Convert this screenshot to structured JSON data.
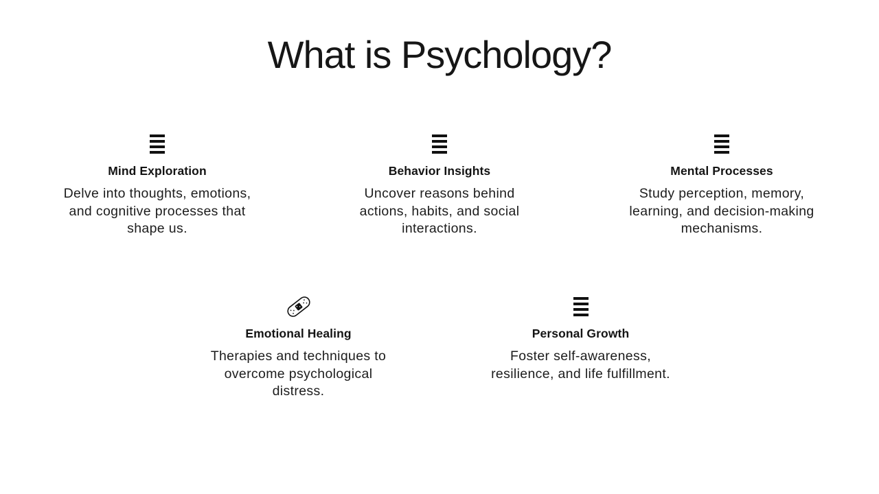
{
  "slide": {
    "title": "What is Psychology?",
    "background_color": "#ffffff",
    "text_color": "#161616",
    "icon_color": "#111111"
  },
  "cards": [
    {
      "icon": "list-menu-icon",
      "title": "Mind Exploration",
      "description": "Delve into thoughts, emotions,\nand cognitive processes that\nshape us."
    },
    {
      "icon": "list-menu-icon",
      "title": "Behavior Insights",
      "description": "Uncover reasons behind\nactions, habits, and social\ninteractions."
    },
    {
      "icon": "list-menu-icon",
      "title": "Mental Processes",
      "description": "Study perception, memory,\nlearning, and decision-making\nmechanisms."
    },
    {
      "icon": "bandage-icon",
      "title": "Emotional Healing",
      "description": "Therapies and techniques to\novercome psychological\ndistress."
    },
    {
      "icon": "list-menu-icon",
      "title": "Personal Growth",
      "description": "Foster self-awareness,\nresilience, and life fulfillment."
    }
  ]
}
